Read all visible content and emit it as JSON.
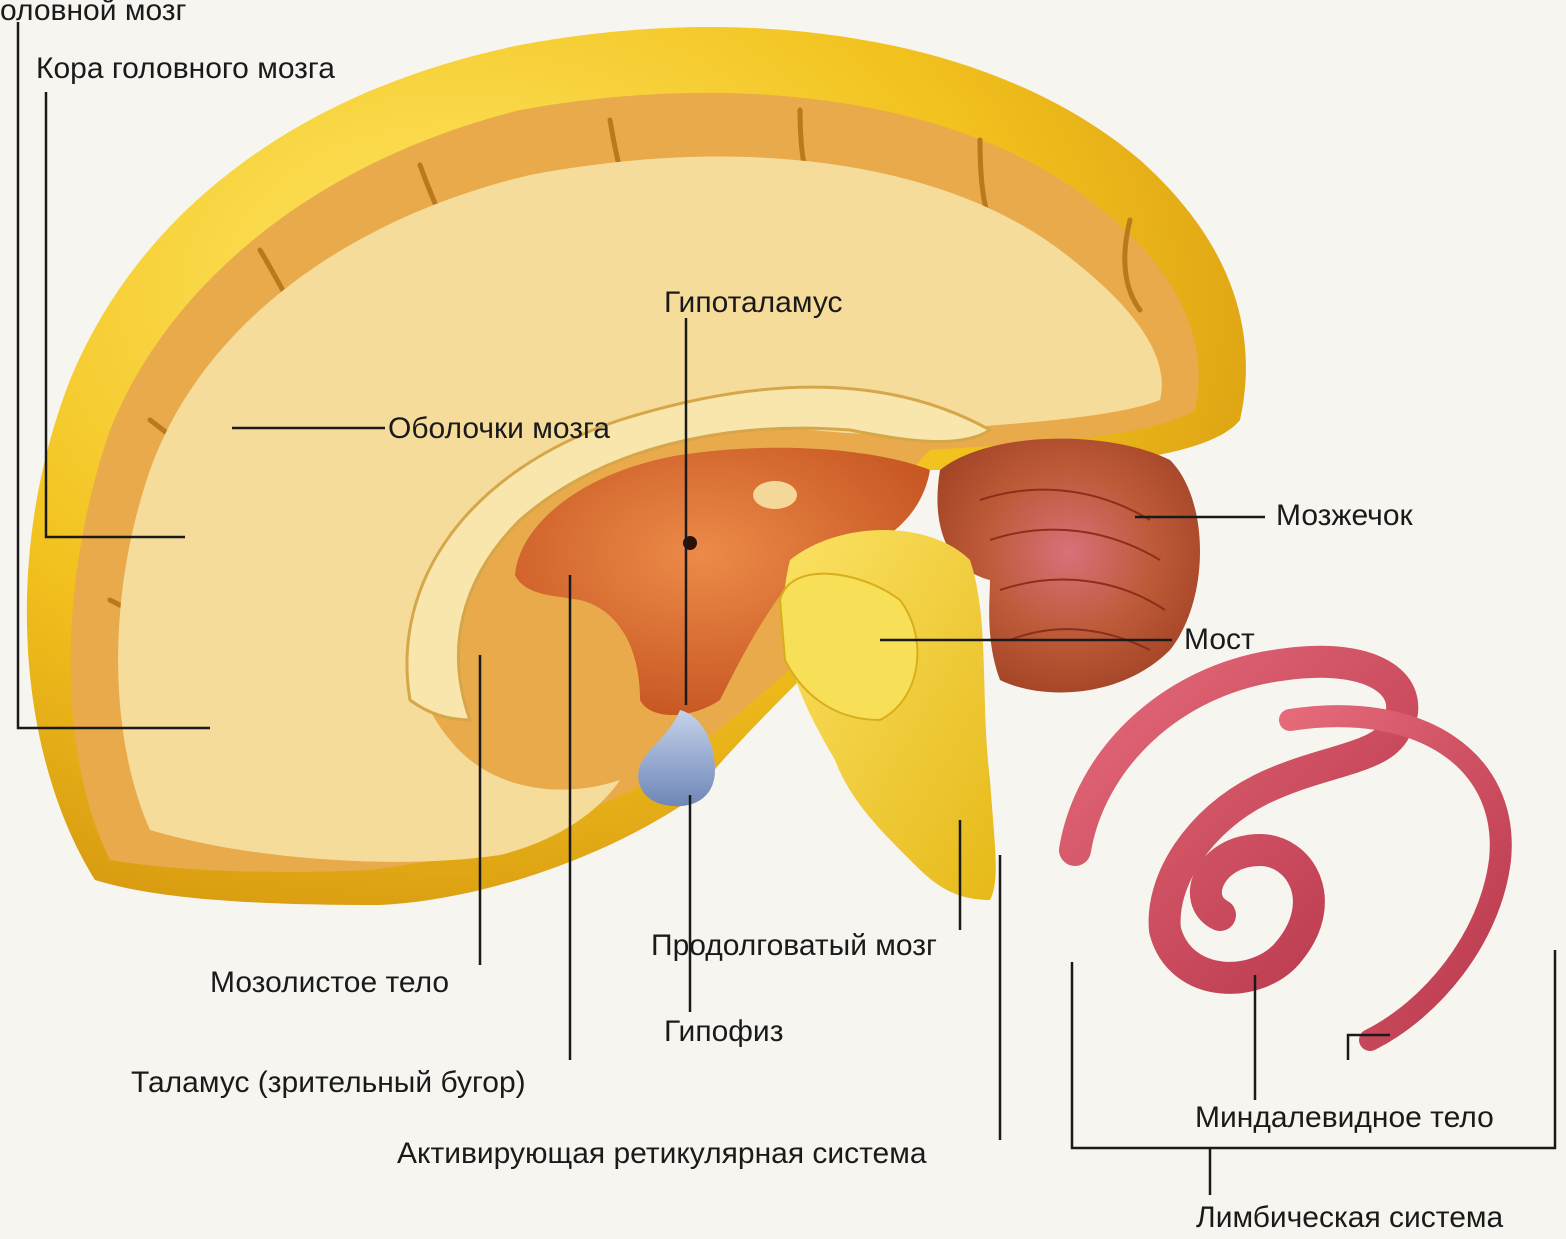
{
  "labels": {
    "brain": "оловной мозг",
    "cortex": "Кора головного мозга",
    "hypothalamus": "Гипоталамус",
    "meninges": "Оболочки мозга",
    "cerebellum": "Мозжечок",
    "pons": "Мост",
    "medulla": "Продолговатый мозг",
    "corpus_callosum": "Мозолистое тело",
    "pituitary": "Гипофиз",
    "thalamus": "Таламус (зрительный бугор)",
    "reticular": "Активирующая ретикулярная система",
    "amygdala": "Миндалевидное тело",
    "limbic": "Лимбическая система"
  },
  "colors": {
    "cortex_outer": "#f2c21e",
    "cortex_band": "#e8aa4a",
    "white_matter": "#f6dc9a",
    "thalamus": "#d6672a",
    "cerebellum": "#b8522f",
    "brainstem": "#f1cf3a",
    "pituitary": "#8aa0c8",
    "limbic": "#cf4a5c",
    "leader_line": "#1a1a1a"
  }
}
